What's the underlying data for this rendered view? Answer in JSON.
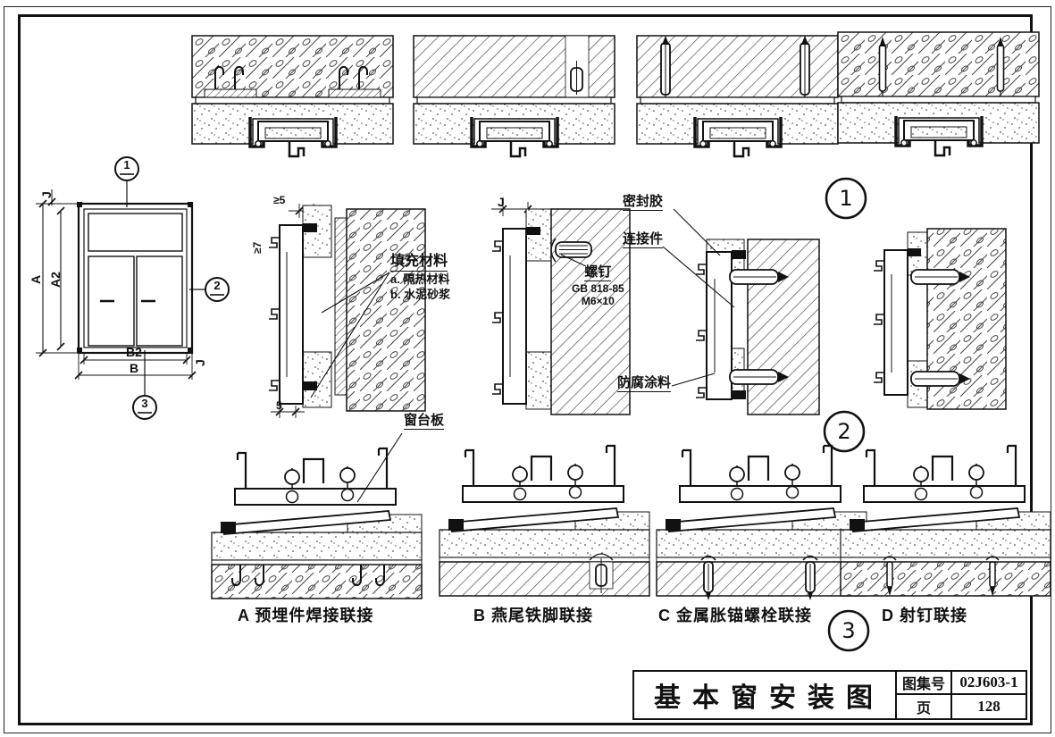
{
  "title_block": {
    "title": "基本窗安装图",
    "atlas_label": "图集号",
    "atlas_number": "02J603-1",
    "page_label": "页",
    "page_number": "128"
  },
  "detail_numbers": {
    "n1": "1",
    "n2": "2",
    "n3": "3"
  },
  "elevation": {
    "dim_a": "A",
    "dim_a2": "A2",
    "dim_b2": "B2",
    "dim_b": "B",
    "dim_j_top": "J",
    "dim_j_bottom": "J",
    "mark1": "1",
    "mark2": "2",
    "mark3": "3"
  },
  "details": {
    "dim_ge5": "≥5",
    "dim_ge7": "≥7",
    "dim_5": "5",
    "dim_j": "J",
    "fill_material": "填充材料",
    "fill_option_a": "a. 隔热材料",
    "fill_option_b": "b. 水泥砂浆",
    "screw": "螺钉",
    "screw_standard": "GB 818-85",
    "screw_size": "M6×10",
    "sealant": "密封胶",
    "connector": "连接件",
    "anticorrosive_coating": "防腐涂料",
    "sill_board": "窗台板"
  },
  "captions": {
    "a": "A 预埋件焊接联接",
    "b": "B 燕尾铁脚联接",
    "c": "C 金属胀锚螺栓联接",
    "d": "D 射钉联接"
  }
}
